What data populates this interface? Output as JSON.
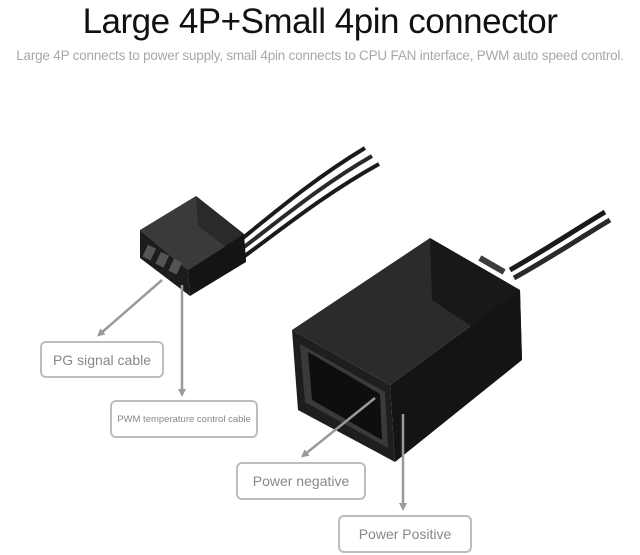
{
  "header": {
    "title": "Large 4P+Small 4pin connector",
    "subtitle": "Large 4P connects to power supply, small 4pin connects to CPU FAN interface, PWM auto speed control."
  },
  "labels": {
    "pg_signal": "PG signal cable",
    "pwm_temp": "PWM temperature control cable",
    "power_negative": "Power negative",
    "power_positive": "Power Positive"
  },
  "colors": {
    "connector_body": "#1e1e1e",
    "arrow": "#9a9a9a",
    "label_border": "#bdbdbd",
    "label_text": "#888888"
  }
}
